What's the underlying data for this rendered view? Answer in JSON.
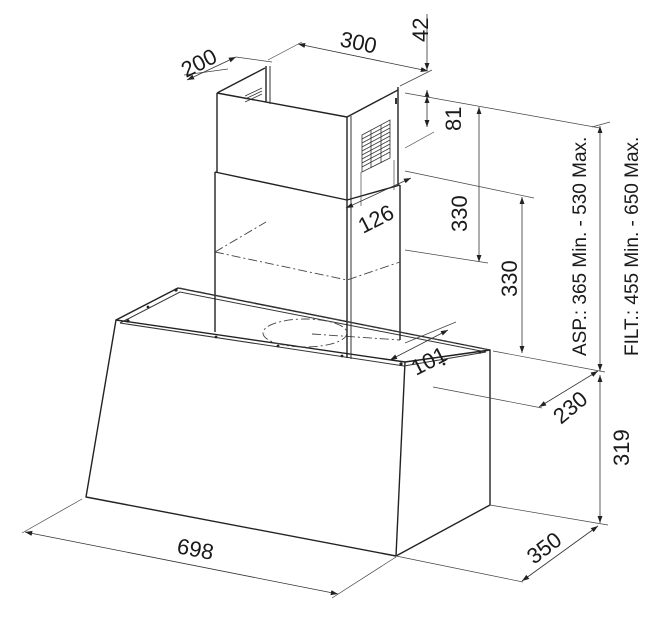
{
  "diagram": {
    "subject": "Chimney cooker hood dimensional drawing",
    "units": "mm",
    "colors": {
      "line": "#222222",
      "background": "#ffffff",
      "text": "#1a1a1a"
    }
  },
  "dimensions": {
    "chimney_depth": "200",
    "chimney_width": "300",
    "top_offset": "42",
    "grille_height": "81",
    "upper_chimney_height": "330",
    "lower_chimney_height": "330",
    "chimney_overlap_offset": "126",
    "duct_offset": "101",
    "wall_to_chimney": "230",
    "hood_height": "319",
    "hood_depth": "350",
    "hood_width": "698"
  },
  "notes": {
    "asp_range": "ASP.: 365 Min. - 530 Max.",
    "filt_range": "FILT.: 455 Min. - 650 Max."
  }
}
